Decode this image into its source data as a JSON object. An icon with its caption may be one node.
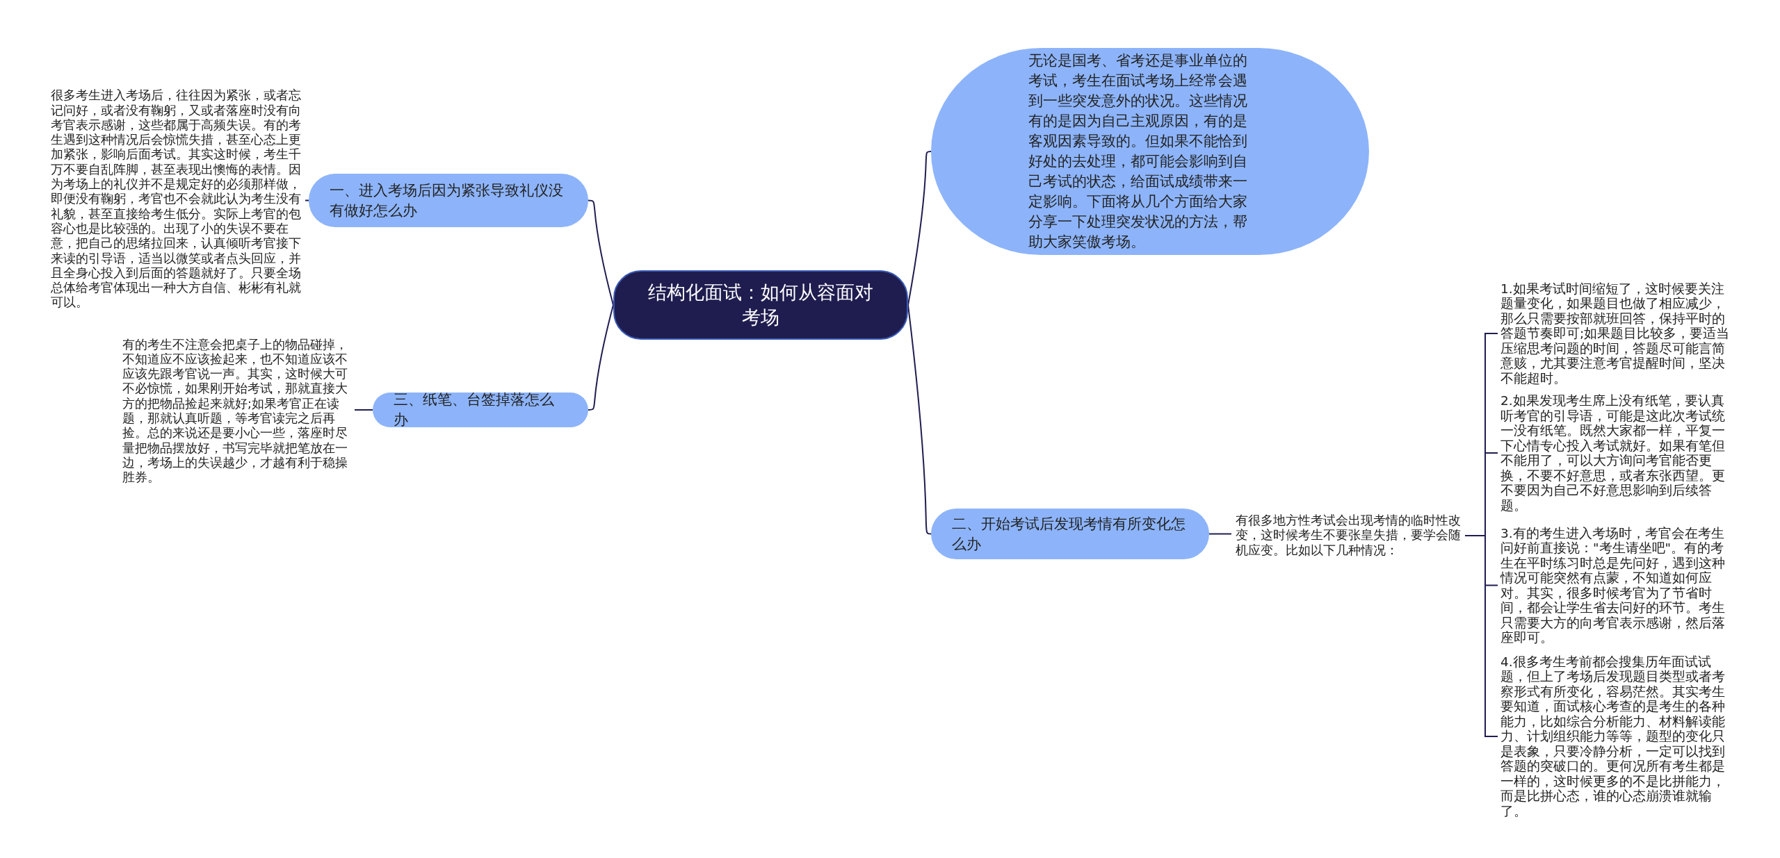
{
  "diagram": {
    "nodes": [
      {
        "text": [
          "结构化面试：如何从容面对考场"
        ]
      },
      {
        "text": [
          "无论是国考、省考还是事业单位的考试，考生在面试考场上经常会遇到一些突发意外的状况。这些情况有的是因为自己主观原因，有的是客观因素导致的。但如果不能恰到好处的去处理，都可能会影响到自己考试的状态，给面试成绩带来一定影响。下面将从几个方面给大家分享一下处理突发状况的方法，帮助大家笑傲考场。"
        ]
      },
      {
        "text": [
          "一、进入考场后因为紧张导致礼仪没有做好怎么办"
        ]
      },
      {
        "text": [
          "很多考生进入考场后，往往因为紧张，或者忘记问好，或者没有鞠躬，又或者落座时没有向考官表示感谢，这些都属于高频失误。有的考生遇到这种情况后会惊慌失措，甚至心态上更加紧张，影响后面考试。其实这时候，考生千万不要自乱阵脚，甚至表现出懊悔的表情。因为考场上的礼仪并不是规定好的必须那样做，即便没有鞠躬，考官也不会就此认为考生没有礼貌，甚至直接给考生低分。实际上考官的包容心也是比较强的。出现了小的失误不要在意，把自己的思绪拉回来，认真倾听考官接下来读的引导语，适当以微笑或者点头回应，并且全身心投入到后面的答题就好了。只要全场总体给考官体现出一种大方自信、彬彬有礼就可以。"
        ]
      },
      {
        "text": [
          "三、纸笔、台签掉落怎么办"
        ]
      },
      {
        "text": [
          "有的考生不注意会把桌子上的物品碰掉，不知道应不应该捡起来，也不知道应该不应该先跟考官说一声。其实，这时候大可不必惊慌，如果刚开始考试，那就直接大方的把物品捡起来就好;如果考官正在读题，那就认真听题，等考官读完之后再捡。总的来说还是要小心一些，落座时尽量把物品摆放好，书写完毕就把笔放在一边，考场上的失误越少，才越有利于稳操胜券。"
        ]
      },
      {
        "text": [
          "二、开始考试后发现考情有所变化怎么办"
        ]
      },
      {
        "text": [
          "有很多地方性考试会出现考情的临时性改变，这时候考生不要张皇失措，要学会随机应变。比如以下几种情况："
        ]
      },
      {
        "text": [
          "1.如果考试时间缩短了，这时候要关注题量变化，如果题目也做了相应减少，那么只需要按部就班回答，保持平时的答题节奏即可;如果题目比较多，要适当压缩思考问题的时间，答题尽可能言简意赅，尤其要注意考官提醒时间，坚决不能超时。"
        ]
      },
      {
        "text": [
          "2.如果发现考生席上没有纸笔，要认真听考官的引导语，可能是这此次考试统一没有纸笔。既然大家都一样，平复一下心情专心投入考试就好。如果有笔但不能用了，可以大方询问考官能否更换，不要不好意思，或者东张西望。更不要因为自己不好意思影响到后续答题。"
        ]
      },
      {
        "text": [
          "3.有的考生进入考场时，考官会在考生问好前直接说：\"考生请坐吧\"。有的考生在平时练习时总是先问好，遇到这种情况可能突然有点蒙，不知道如何应对。其实，很多时候考官为了节省时间，都会让学生省去问好的环节。考生只需要大方的向考官表示感谢，然后落座即可。"
        ]
      },
      {
        "text": [
          "4.很多考生考前都会搜集历年面试试题，但上了考场后发现题目类型或者考察形式有所变化，容易茫然。其实考生要知道，面试核心考查的是考生的各种能力，比如综合分析能力、材料解读能力、计划组织能力等等，题型的变化只是表象，只要冷静分析，一定可以找到答题的突破口的。更何况所有考生都是一样的，这时候更多的不是比拼能力，而是比拼心态，谁的心态崩溃谁就输了。"
        ]
      }
    ],
    "edges": [
      {
        "from": 0,
        "to": 1,
        "arrow": "none"
      },
      {
        "from": 0,
        "to": 2,
        "arrow": "none"
      },
      {
        "from": 0,
        "to": 4,
        "arrow": "none"
      },
      {
        "from": 0,
        "to": 6,
        "arrow": "none"
      },
      {
        "from": 2,
        "to": 3,
        "arrow": "none"
      },
      {
        "from": 4,
        "to": 5,
        "arrow": "none"
      },
      {
        "from": 6,
        "to": 7,
        "arrow": "none"
      },
      {
        "from": 7,
        "to": 8,
        "arrow": "none"
      },
      {
        "from": 7,
        "to": 9,
        "arrow": "none"
      },
      {
        "from": 7,
        "to": 10,
        "arrow": "none"
      },
      {
        "from": 7,
        "to": 11,
        "arrow": "none"
      }
    ]
  }
}
